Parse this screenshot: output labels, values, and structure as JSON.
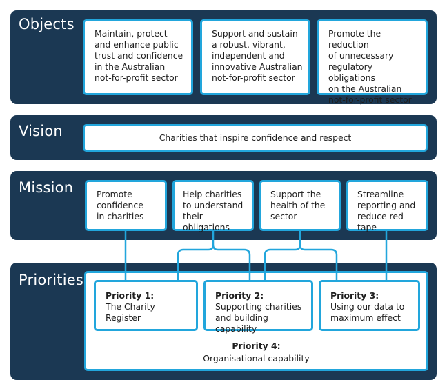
{
  "objects": {
    "title": "Objects",
    "items": [
      [
        "Maintain, protect",
        "and enhance public",
        "trust and confidence",
        "in the Australian",
        "not-for-profit sector"
      ],
      [
        "Support and sustain",
        "a robust, vibrant,",
        "independent and",
        "innovative Australian",
        "not-for-profit sector"
      ],
      [
        "Promote the reduction",
        "of unnecessary",
        "regulatory obligations",
        "on the Australian",
        "not-for-profit sector"
      ]
    ]
  },
  "vision": {
    "title": "Vision",
    "statement": "Charities that inspire confidence and respect"
  },
  "mission": {
    "title": "Mission",
    "items": [
      [
        "Promote",
        "confidence",
        "in charities"
      ],
      [
        "Help charities",
        "to understand",
        "their obligations"
      ],
      [
        "Support the",
        "health of the",
        "sector"
      ],
      [
        "Streamline",
        "reporting and",
        "reduce red tape"
      ]
    ]
  },
  "priorities": {
    "title": "Priorities",
    "items": [
      {
        "heading": "Priority 1:",
        "lines": [
          "The Charity Register"
        ]
      },
      {
        "heading": "Priority 2:",
        "lines": [
          "Supporting charities",
          "and building capability"
        ]
      },
      {
        "heading": "Priority 3:",
        "lines": [
          "Using our data to",
          "maximum effect"
        ]
      }
    ],
    "overall": {
      "heading": "Priority 4:",
      "text": "Organisational capability"
    }
  },
  "colors": {
    "panel": "#1b3853",
    "accent": "#22a6dc",
    "text": "#1e1e1e"
  }
}
